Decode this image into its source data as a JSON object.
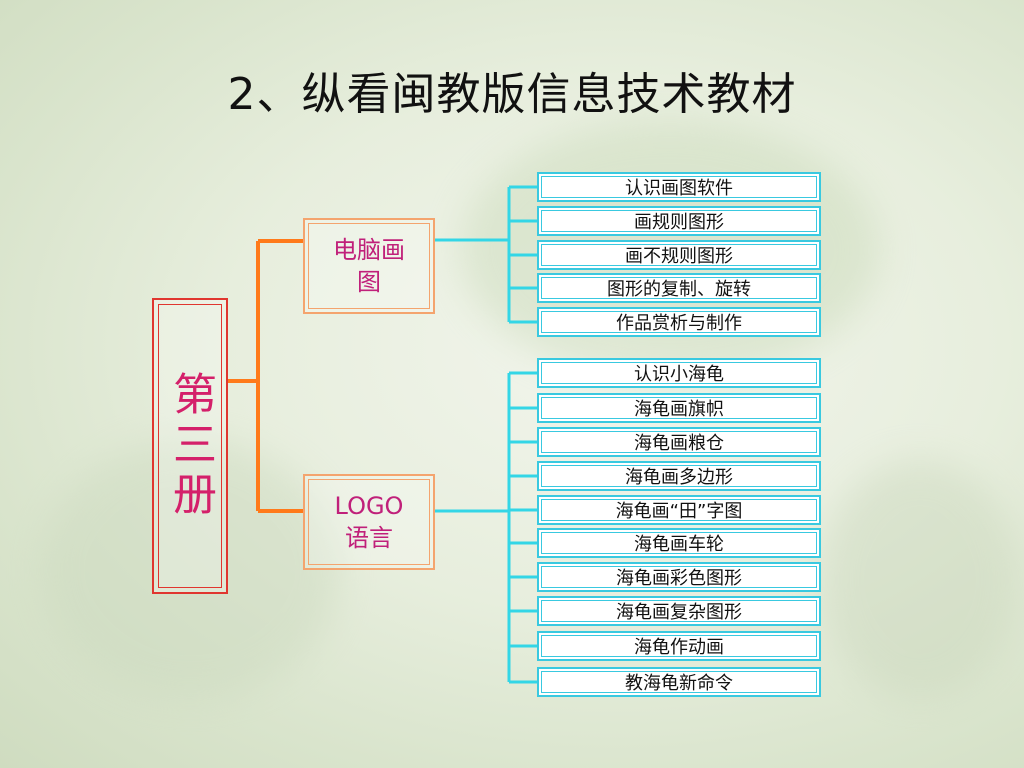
{
  "title": "2、纵看闽教版信息技术教材",
  "root": {
    "label": "第三册"
  },
  "branches": [
    {
      "label": "电脑画\n图",
      "items": [
        "认识画图软件",
        "画规则图形",
        "画不规则图形",
        "图形的复制、旋转",
        "作品赏析与制作"
      ]
    },
    {
      "label": "LOGO\n语言",
      "items": [
        "认识小海龟",
        "海龟画旗帜",
        "海龟画粮仓",
        "海龟画多边形",
        "海龟画“田”字图",
        "海龟画车轮",
        "海龟画彩色图形",
        "海龟画复杂图形",
        "海龟作动画",
        "教海龟新命令"
      ]
    }
  ],
  "colors": {
    "root": "#d4206a",
    "root_border": "#e0362f",
    "branch_text": "#c0207a",
    "branch_border": "#f4a46e",
    "leaf_border": "#39c9e0",
    "connector_root": "#ff7a1a",
    "connector_leaf": "#33d6e6"
  }
}
